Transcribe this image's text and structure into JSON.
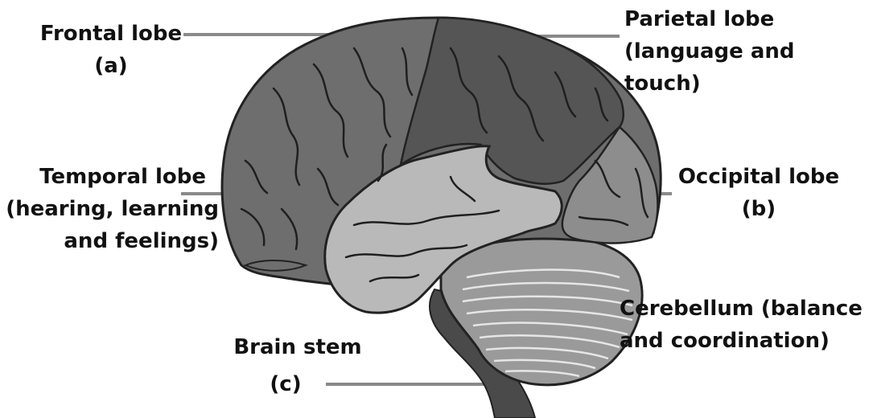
{
  "labels": {
    "frontal": {
      "name": "Frontal lobe",
      "tag": "(a)"
    },
    "parietal": {
      "line1": "Parietal lobe",
      "line2": "(language and",
      "line3": "touch)"
    },
    "temporal": {
      "line1": "Temporal lobe",
      "line2": "(hearing, learning",
      "line3": "and feelings)"
    },
    "occipital": {
      "name": "Occipital lobe",
      "tag": "(b)"
    },
    "cerebellum": {
      "line1": "Cerebellum (balance",
      "line2": "and coordination)"
    },
    "brainstem": {
      "name": "Brain stem",
      "tag": "(c)"
    }
  },
  "colors": {
    "frontal": "#6e6e6e",
    "parietal": "#555555",
    "temporal": "#b9b9b9",
    "occipital": "#8d8d8d",
    "cerebellum": "#9a9a9a",
    "brainstem": "#4a4a4a",
    "leader_line": "#8a8a8a",
    "text": "#111111"
  }
}
